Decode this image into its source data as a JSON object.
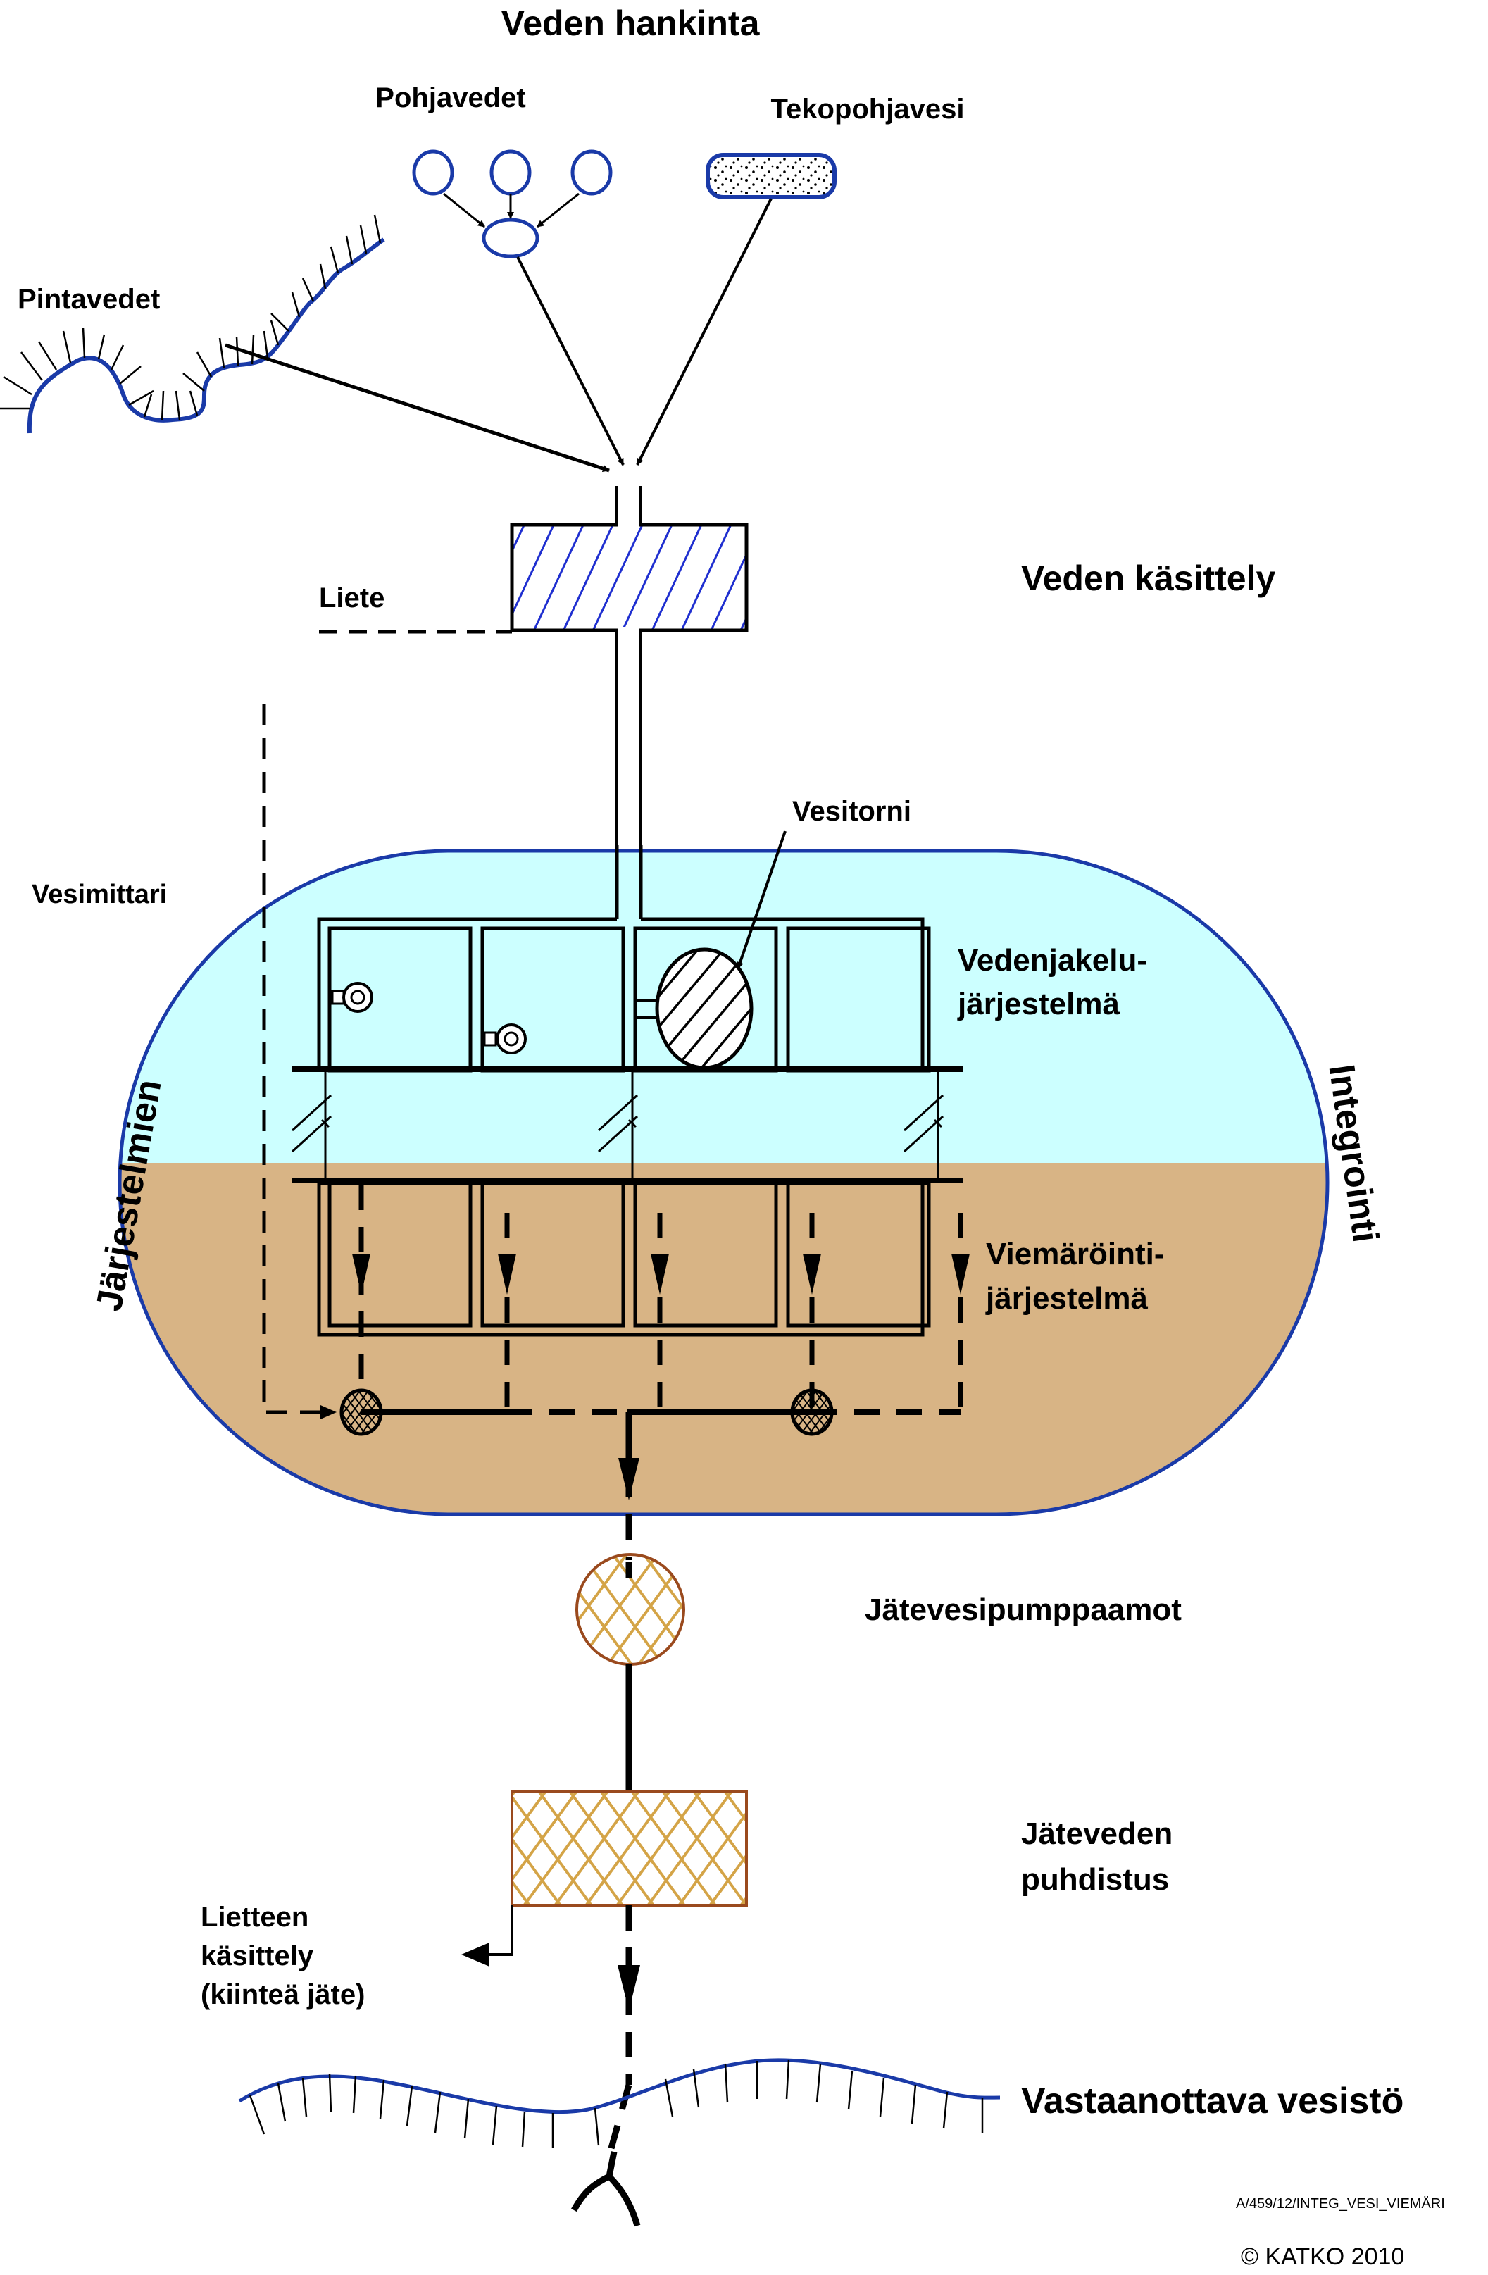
{
  "title": "Veden hankinta",
  "sources": {
    "groundwater_label": "Pohjavedet",
    "artificial_groundwater_label": "Tekopohjavesi",
    "surface_water_label": "Pintavedet"
  },
  "treatment": {
    "label": "Veden käsittely",
    "sludge_label": "Liete"
  },
  "integration": {
    "left_label": "Järjestelmien",
    "right_label": "Integrointi",
    "water_meter_label": "Vesimittari",
    "water_tower_label": "Vesitorni",
    "distribution_label_line1": "Vedenjakelu-",
    "distribution_label_line2": "järjestelmä",
    "sewer_label_line1": "Viemäröinti-",
    "sewer_label_line2": "järjestelmä"
  },
  "wastewater": {
    "pumping_label": "Jätevesipumppaamot",
    "treatment_label_line1": "Jäteveden",
    "treatment_label_line2": "puhdistus",
    "sludge_handling_line1": "Lietteen",
    "sludge_handling_line2": "käsittely",
    "sludge_handling_line3": "(kiinteä jäte)",
    "receiving_water_label": "Vastaanottava vesistö"
  },
  "footer": {
    "reference": "A/459/12/INTEG_VESI_VIEMÄRI",
    "copyright": "© KATKO 2010"
  },
  "colors": {
    "water_fill": "#ccffff",
    "soil_fill": "#d8b485",
    "outline_blue": "#1a3aa8",
    "hatch_blue": "#1f2fd0",
    "pump_outline": "#9a4a1e",
    "pump_hatch": "#d4a447"
  }
}
